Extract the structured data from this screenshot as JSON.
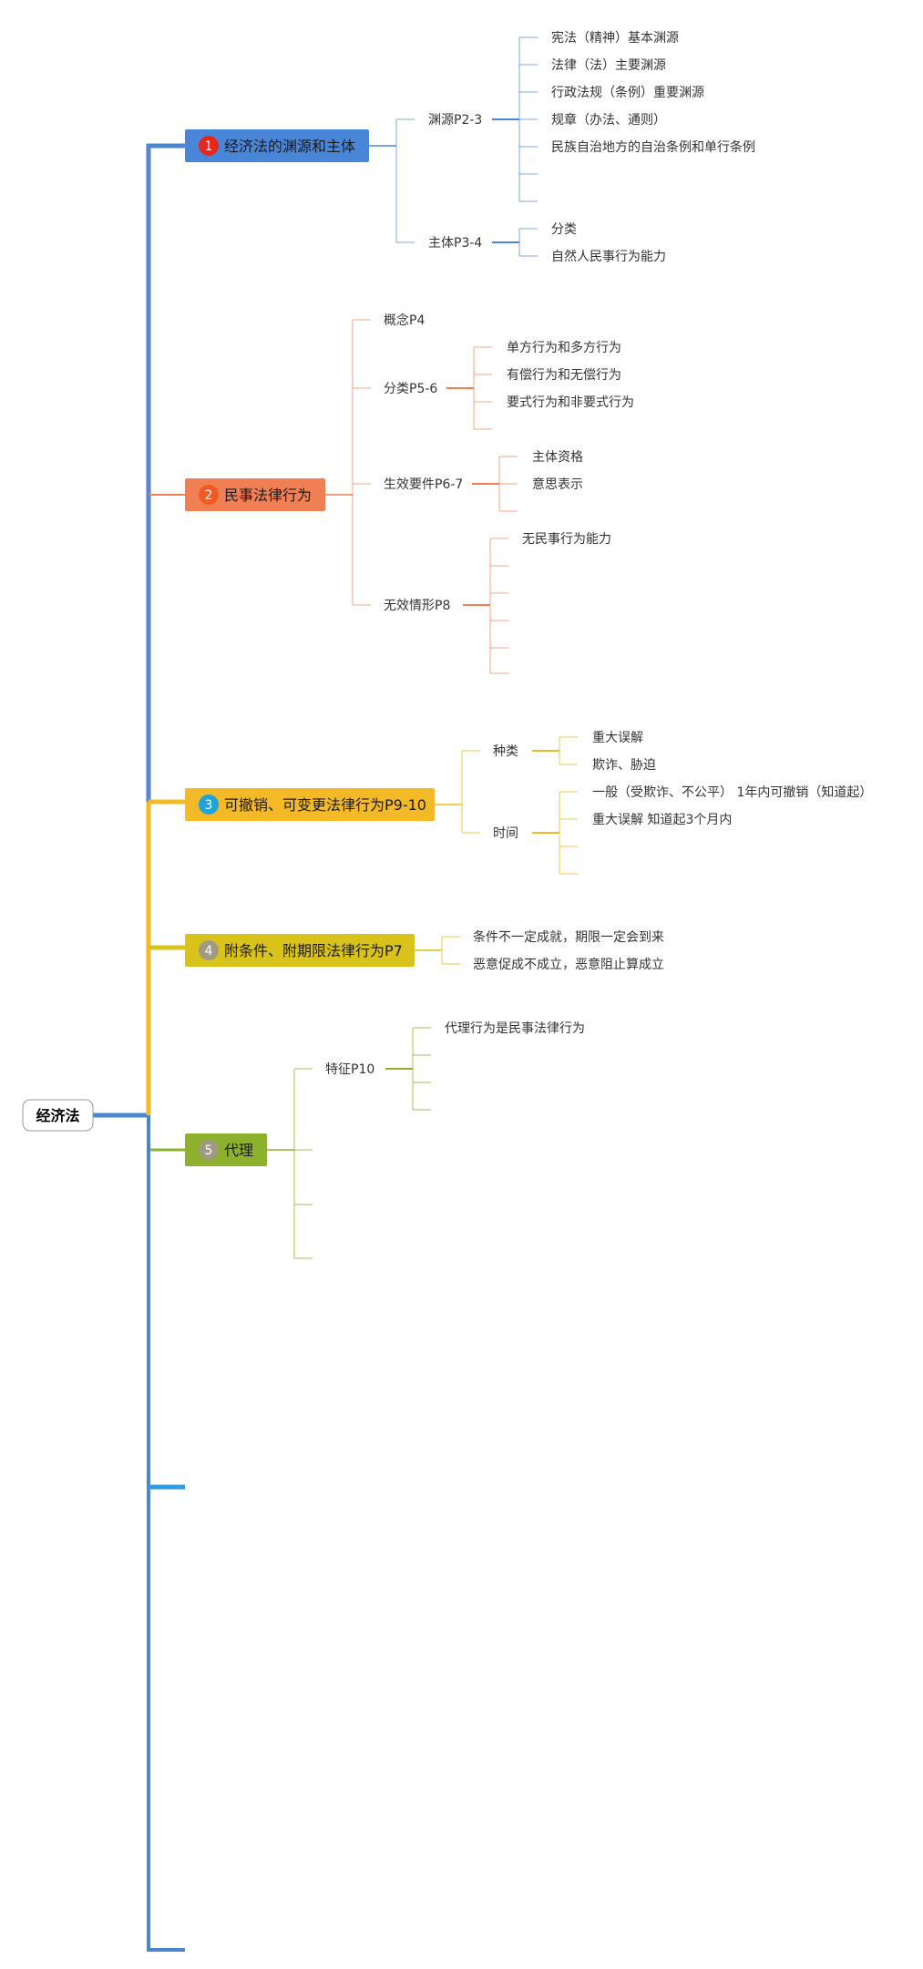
{
  "root": {
    "label": "经济法"
  },
  "colors": {
    "spine_blue": "#4a86d0",
    "branch1": "#4a86d8",
    "branch2": "#f07f54",
    "branch3": "#f4b927",
    "branch4": "#d9c31a",
    "branch5": "#8db12c",
    "badge1": "#e8261c",
    "badge2": "#f15a22",
    "badge3": "#1fa3de",
    "badge4": "#a09a82",
    "badge5": "#a09a82"
  },
  "branches": [
    {
      "badge": "1",
      "label": "经济法的渊源和主体",
      "children": [
        {
          "label": "渊源P2-3",
          "children": [
            "宪法（精神）基本渊源",
            "法律（法）主要渊源",
            "行政法规（条例）重要渊源",
            "规章（办法、通则）",
            "民族自治地方的自治条例和单行条例",
            "",
            ""
          ]
        },
        {
          "label": "主体P3-4",
          "children": [
            "分类",
            "自然人民事行为能力"
          ]
        }
      ]
    },
    {
      "badge": "2",
      "label": "民事法律行为",
      "children": [
        {
          "label": "概念P4",
          "children": []
        },
        {
          "label": "分类P5-6",
          "children": [
            "单方行为和多方行为",
            "有偿行为和无偿行为",
            "要式行为和非要式行为",
            ""
          ]
        },
        {
          "label": "生效要件P6-7",
          "children": [
            "主体资格",
            "意思表示",
            ""
          ]
        },
        {
          "label": "无效情形P8",
          "children": [
            "无民事行为能力",
            "",
            "",
            "",
            "",
            ""
          ]
        }
      ]
    },
    {
      "badge": "3",
      "label": "可撤销、可变更法律行为P9-10",
      "children": [
        {
          "label": "种类",
          "children": [
            "重大误解",
            "欺诈、胁迫"
          ]
        },
        {
          "label": "时间",
          "children": [
            "一般（受欺诈、不公平） 1年内可撤销（知道起）",
            "重大误解 知道起3个月内",
            "",
            ""
          ]
        }
      ]
    },
    {
      "badge": "4",
      "label": "附条件、附期限法律行为P7",
      "children": [
        {
          "label": "条件不一定成就，期限一定会到来",
          "children": []
        },
        {
          "label": "恶意促成不成立，恶意阻止算成立",
          "children": []
        }
      ]
    },
    {
      "badge": "5",
      "label": "代理",
      "children": [
        {
          "label": "特征P10",
          "children": [
            "代理行为是民事法律行为",
            "",
            "",
            ""
          ]
        },
        {
          "label": "",
          "children": []
        },
        {
          "label": "",
          "children": []
        },
        {
          "label": "",
          "children": []
        }
      ]
    }
  ]
}
